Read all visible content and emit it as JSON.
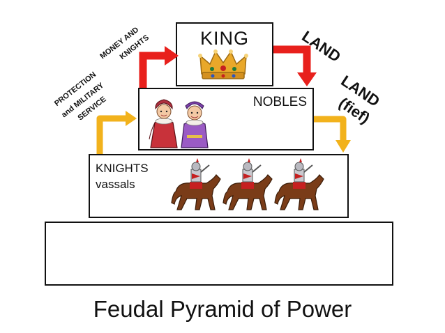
{
  "title": "Feudal Pyramid of Power",
  "tiers": {
    "king": "KING",
    "nobles": "NOBLES",
    "knights": "KNIGHTS",
    "knights_sub": "vassals",
    "base": ""
  },
  "arrows": {
    "king_to_nobles": "LAND",
    "nobles_to_knights_line1": "LAND",
    "nobles_to_knights_line2": "(fief)",
    "nobles_to_king_line1": "MONEY AND",
    "nobles_to_king_line2": "KNIGHTS",
    "knights_to_nobles_line1": "PROTECTION",
    "knights_to_nobles_line2": "and MILITARY",
    "knights_to_nobles_line3": "SERVICE"
  },
  "colors": {
    "red_arrow": "#e8201c",
    "yellow_arrow": "#f2b21c",
    "crown_gold": "#e9a82a",
    "text": "#111111"
  },
  "icons": [
    "crown-icon",
    "nobles-couple-icon",
    "knight-on-horse-icon"
  ]
}
